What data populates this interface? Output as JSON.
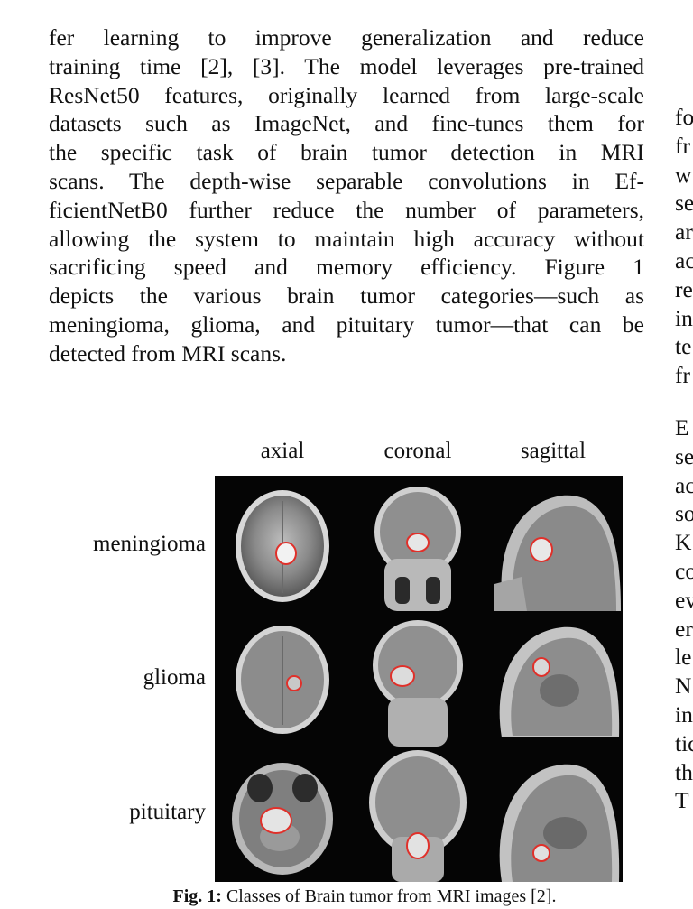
{
  "left_column": {
    "lines": [
      "fer learning to improve generalization and reduce",
      "training time [2], [3]. The model leverages pre-trained",
      "ResNet50 features, originally learned from large-scale",
      "datasets such as ImageNet, and fine-tunes them for",
      "the specific task of brain tumor detection in MRI",
      "scans. The depth-wise separable convolutions in Ef-",
      "ficientNetB0 further reduce the number of parameters,",
      "allowing the system to maintain high accuracy without",
      "sacrificing speed and memory efficiency. Figure 1",
      "depicts the various brain tumor categories—such as",
      "meningioma, glioma, and pituitary tumor—that can be",
      "detected from MRI scans."
    ]
  },
  "right_column": {
    "lines_a": [
      "fo",
      "fr",
      "w",
      "se",
      "ar",
      "ac",
      "re",
      "in",
      "te",
      "fr"
    ],
    "lines_b": [
      "E",
      "se",
      "ac",
      "so",
      "K",
      "co",
      "ev",
      "er",
      "le",
      "N",
      "in",
      "tic",
      "th",
      "T"
    ]
  },
  "figure": {
    "views": [
      "axial",
      "coronal",
      "sagittal"
    ],
    "classes": [
      "meningioma",
      "glioma",
      "pituitary"
    ],
    "caption_label": "Fig. 1:",
    "caption_text": "Classes of Brain tumor from MRI images [2]."
  },
  "colors": {
    "tumor_outline": "#e0302a",
    "panel_bg": "#050505"
  }
}
